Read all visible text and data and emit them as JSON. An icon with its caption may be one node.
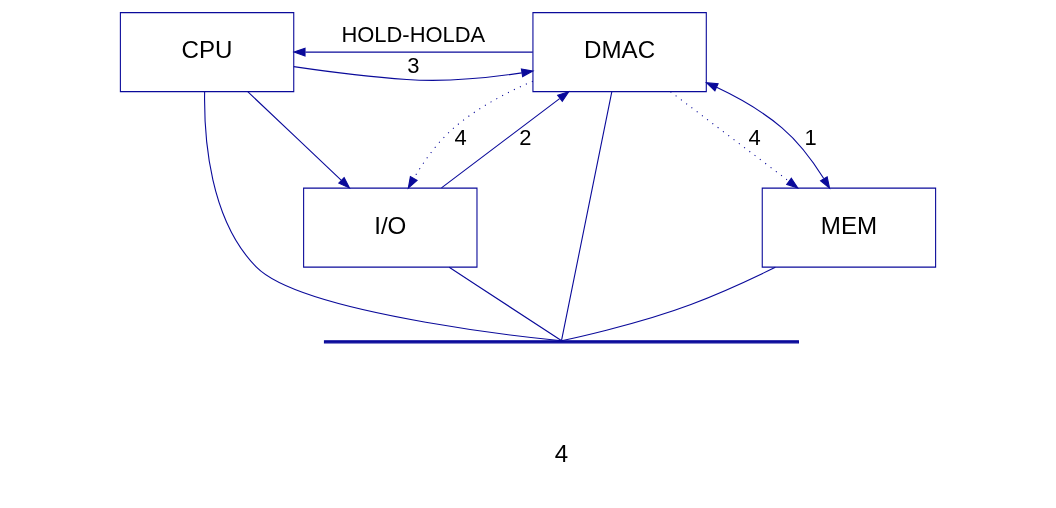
{
  "diagram": {
    "nodes": [
      {
        "text": [
          "CPU"
        ]
      },
      {
        "text": [
          "DMAC"
        ]
      },
      {
        "text": [],
        "shape": "bar"
      },
      {
        "text": [
          "MEM"
        ]
      },
      {
        "text": [
          "I/O"
        ]
      }
    ],
    "edges": [
      {
        "from": 0,
        "to": 1,
        "arrow": "to",
        "label": "3"
      },
      {
        "from": 1,
        "to": 0,
        "arrow": "to",
        "label": "HOLD-HOLDA"
      },
      {
        "from": 0,
        "to": 2,
        "arrow": "none"
      },
      {
        "from": 1,
        "to": 2,
        "arrow": "none"
      },
      {
        "from": 3,
        "to": 2,
        "arrow": "none"
      },
      {
        "from": 4,
        "to": 2,
        "arrow": "none"
      },
      {
        "from": 4,
        "to": 1,
        "arrow": "to",
        "label": "2"
      },
      {
        "from": 3,
        "to": 1,
        "arrow": "both",
        "label": "1"
      },
      {
        "from": 0,
        "to": 4,
        "arrow": "to"
      },
      {
        "from": 1,
        "to": 3,
        "arrow": "to",
        "label": "4",
        "style": "dashed"
      },
      {
        "from": 1,
        "to": 4,
        "arrow": "to",
        "label": "4",
        "style": "dashed"
      }
    ],
    "labels": [
      "4"
    ]
  }
}
